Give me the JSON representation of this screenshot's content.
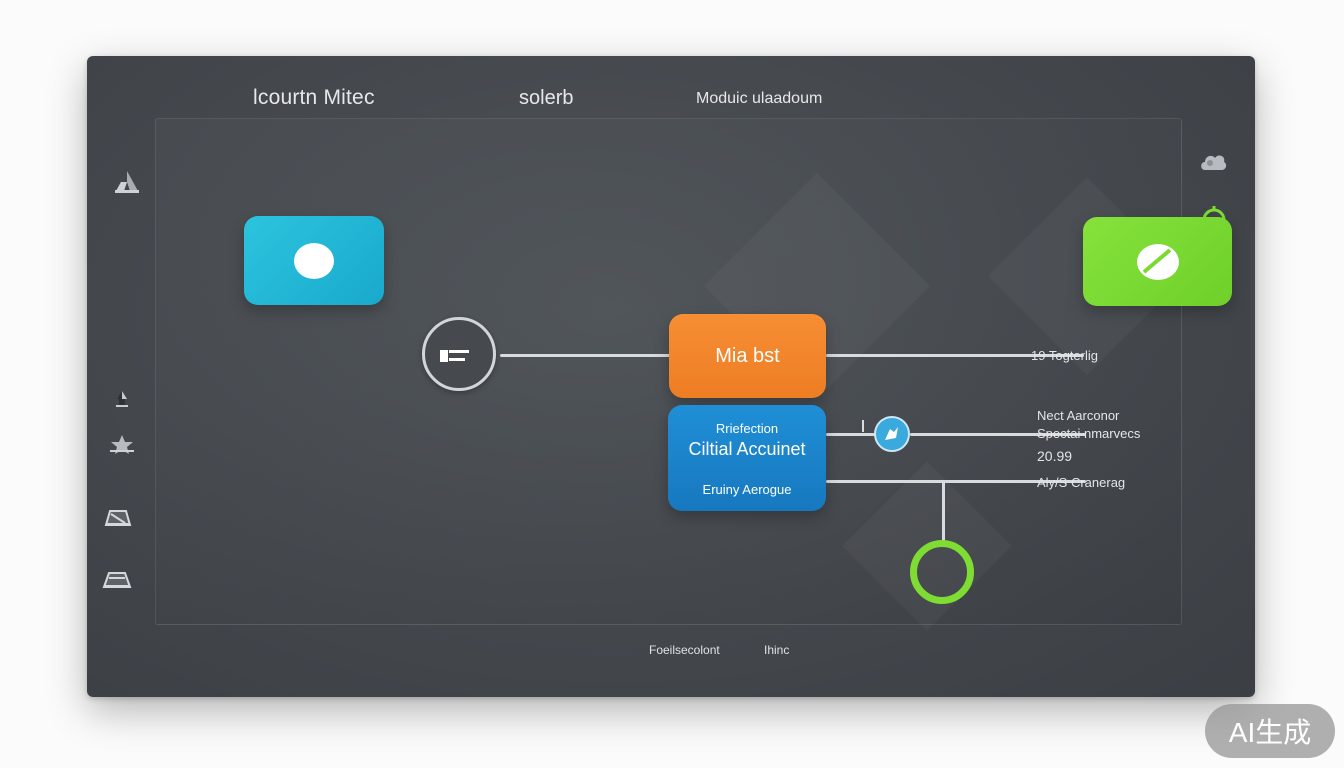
{
  "tabs": [
    {
      "label": "lcourtn Mitec"
    },
    {
      "label": "solerb"
    },
    {
      "label": "Moduic ulaadoum"
    }
  ],
  "nodes": {
    "primary_label": "Mia bst",
    "secondary": {
      "subtitle": "Rriefection",
      "title": "Ciltial Accuinet",
      "footer": "Eruiny Aerogue"
    }
  },
  "outputs": {
    "line1": "19 Togterlig",
    "block_line1": "Nect Aarconor",
    "block_line2": "Spectai nmarvecs",
    "block_value": "20.99",
    "line3": "Aly/S Cranerag"
  },
  "footer": {
    "left": "Foeilsecolont",
    "right": "Ihinc"
  },
  "watermark": "AI生成",
  "colors": {
    "window_bg": "#45494e",
    "cyan_tile": "#22b8d6",
    "green_tile": "#7ada32",
    "orange_node": "#f28630",
    "blue_node": "#1b84cb",
    "connector": "#d9dcdf",
    "green_ring": "#7fdc33"
  },
  "icons": {
    "left_sidebar": [
      "flow-icon",
      "pin-icon",
      "star-icon",
      "drive-icon",
      "drive-icon"
    ],
    "right_sidebar": [
      "cloud-icon",
      "robot-icon"
    ],
    "cyan_tile": "dot-icon",
    "green_tile": "leaf-icon",
    "handle": "slider-icon",
    "badge": "tool-icon"
  }
}
